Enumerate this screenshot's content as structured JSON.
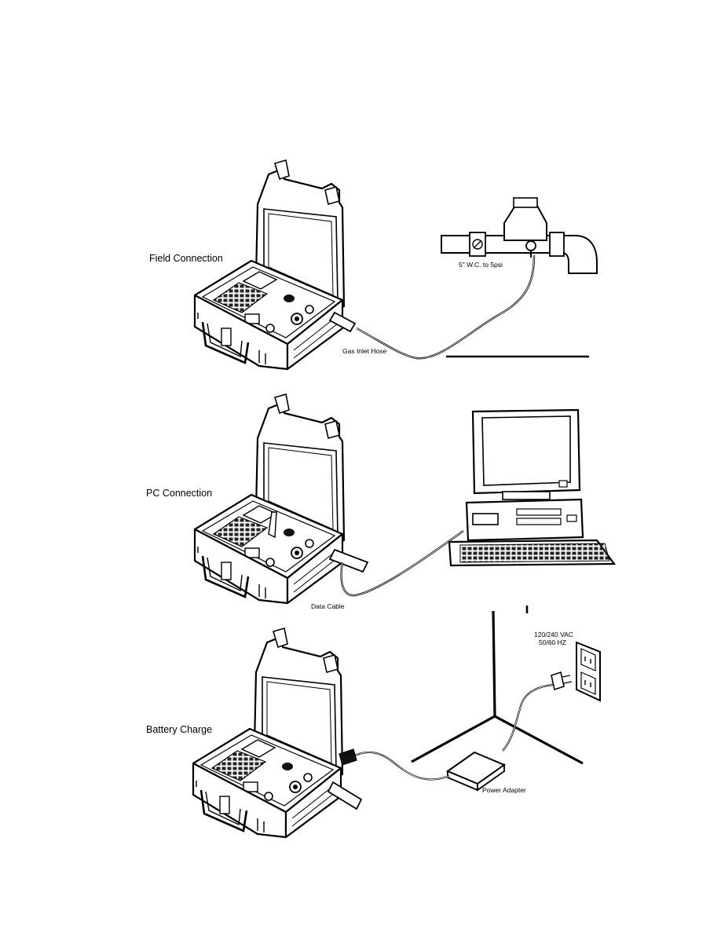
{
  "panels": {
    "field": {
      "title": "Field Connection",
      "hose_label": "Gas Inlet Hose",
      "pressure_label": "5\" W.C. to 5psi"
    },
    "pc": {
      "title": "PC Connection",
      "cable_label": "Data Cable"
    },
    "battery": {
      "title": "Battery Charge",
      "voltage_label": "120/240 VAC",
      "frequency_label": "50/60 HZ",
      "adapter_label": "Power Adapter"
    }
  },
  "icons": [
    "instrument-case-icon",
    "gas-regulator-icon",
    "desktop-computer-icon",
    "wall-outlet-icon",
    "power-adapter-icon"
  ]
}
